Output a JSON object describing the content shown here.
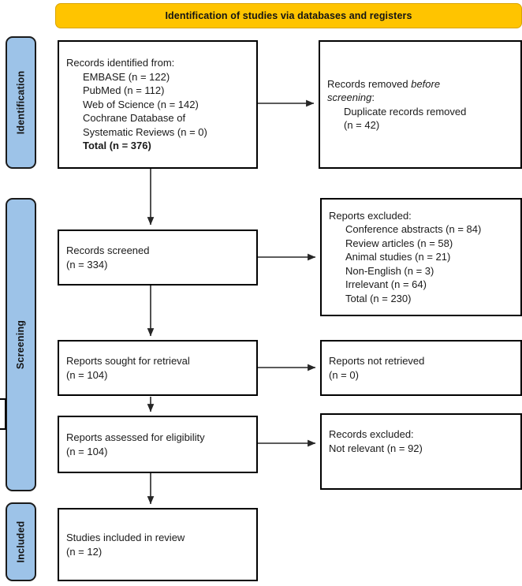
{
  "diagram": {
    "title": "PRISMA flow diagram",
    "colors": {
      "banner_fill": "#FFC400",
      "banner_border": "#D9A400",
      "phase_tab_fill": "#9DC3E8",
      "phase_tab_border": "#1B1B1B",
      "box_border": "#000000",
      "box_fill": "#FFFFFF",
      "connector": "#262626",
      "text": "#1A1A1A"
    }
  },
  "banner": {
    "label": "Identification of studies via databases and registers"
  },
  "phases": [
    {
      "id": "identification",
      "label": "Identification"
    },
    {
      "id": "screening",
      "label": "Screening"
    },
    {
      "id": "included",
      "label": "Included"
    }
  ],
  "boxes": {
    "records_identified": {
      "id": "records-identified",
      "lines": [
        {
          "text": "Records identified from:",
          "indent": false,
          "bold": false
        },
        {
          "text": "EMBASE (n = 122)",
          "indent": true,
          "bold": false
        },
        {
          "text": "PubMed (n = 112)",
          "indent": true,
          "bold": false
        },
        {
          "text": "Web of Science (n = 142)",
          "indent": true,
          "bold": false
        },
        {
          "text": "Cochrane Database of",
          "indent": true,
          "bold": false
        },
        {
          "text": "Systematic Reviews (n = 0)",
          "indent": true,
          "bold": false
        },
        {
          "text": "Total (n = 376)",
          "indent": true,
          "bold": true
        }
      ]
    },
    "records_removed": {
      "id": "records-removed-before-screening",
      "lines": [
        {
          "text": "Records removed before",
          "indent": false,
          "bold": false
        },
        {
          "text": "screening:",
          "indent": false,
          "bold": false
        },
        {
          "text": "Duplicate records removed",
          "indent": true,
          "bold": false
        },
        {
          "text": "(n = 42)",
          "indent": true,
          "bold": false
        }
      ]
    },
    "records_screened": {
      "id": "records-screened",
      "lines": [
        {
          "text": "Records screened",
          "indent": false,
          "bold": false
        },
        {
          "text": "(n = 334)",
          "indent": false,
          "bold": false
        }
      ]
    },
    "reports_excluded": {
      "id": "reports-excluded",
      "lines": [
        {
          "text": "Reports excluded:",
          "indent": false,
          "bold": false
        },
        {
          "text": "Conference abstracts (n = 84)",
          "indent": true,
          "bold": false
        },
        {
          "text": "Review articles (n = 58)",
          "indent": true,
          "bold": false
        },
        {
          "text": "Animal studies (n = 21)",
          "indent": true,
          "bold": false
        },
        {
          "text": "Non-English (n = 3)",
          "indent": true,
          "bold": false
        },
        {
          "text": "Irrelevant (n = 64)",
          "indent": true,
          "bold": false
        },
        {
          "text": "Total (n = 230)",
          "indent": true,
          "bold": false
        }
      ]
    },
    "reports_sought": {
      "id": "reports-sought-for-retrieval",
      "lines": [
        {
          "text": "Reports sought for retrieval",
          "indent": false,
          "bold": false
        },
        {
          "text": "(n = 104)",
          "indent": false,
          "bold": false
        }
      ]
    },
    "reports_not_retrieved": {
      "id": "reports-not-retrieved",
      "lines": [
        {
          "text": "Reports not retrieved",
          "indent": false,
          "bold": false
        },
        {
          "text": "(n = 0)",
          "indent": false,
          "bold": false
        }
      ]
    },
    "reports_assessed": {
      "id": "reports-assessed-for-eligibility",
      "lines": [
        {
          "text": "Reports assessed for eligibility",
          "indent": false,
          "bold": false
        },
        {
          "text": "(n = 104)",
          "indent": false,
          "bold": false
        }
      ]
    },
    "records_excluded_not_relevant": {
      "id": "records-excluded-not-relevant",
      "lines": [
        {
          "text": "Records excluded:",
          "indent": false,
          "bold": false
        },
        {
          "text": "Not relevant (n = 92)",
          "indent": false,
          "bold": false
        }
      ]
    },
    "studies_included": {
      "id": "studies-included-in-review",
      "lines": [
        {
          "text": "Studies included in review",
          "indent": false,
          "bold": false
        },
        {
          "text": "(n = 12)",
          "indent": false,
          "bold": false
        }
      ]
    }
  },
  "counts": {
    "embase": 122,
    "pubmed": 112,
    "web_of_science": 142,
    "cochrane": 0,
    "identified_total": 376,
    "duplicates_removed": 42,
    "records_screened": 334,
    "excluded_conference_abstracts": 84,
    "excluded_review_articles": 58,
    "excluded_animal_studies": 21,
    "excluded_non_english": 3,
    "excluded_irrelevant": 64,
    "excluded_total": 230,
    "reports_sought": 104,
    "reports_not_retrieved": 0,
    "reports_assessed": 104,
    "excluded_not_relevant": 92,
    "studies_included": 12
  }
}
